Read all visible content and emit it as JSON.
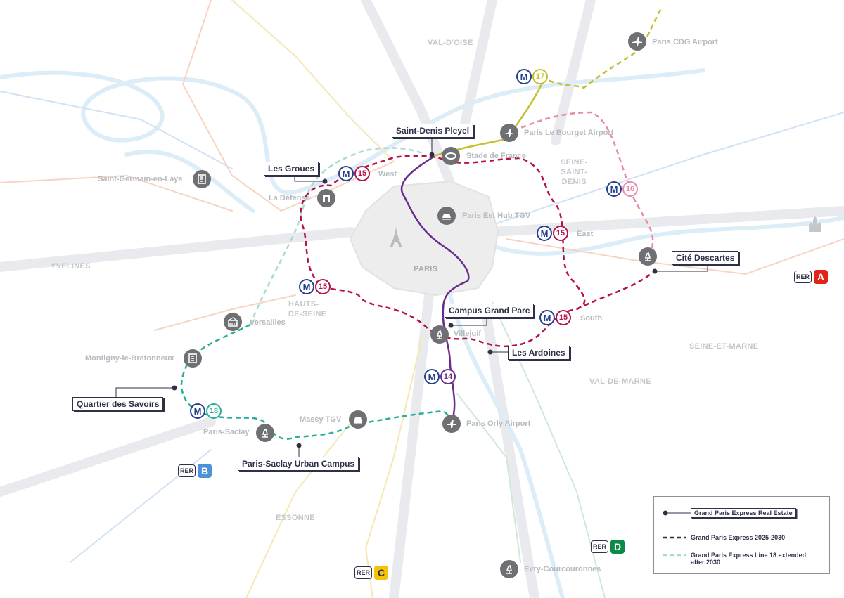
{
  "regions": {
    "val_doise": "VAL-D'OISE",
    "seine_saint_denis": "SEINE-\nSAINT-\nDENIS",
    "yvelines": "YVELINES",
    "hauts_de_seine": "HAUTS-\nDE-SEINE",
    "seine_et_marne": "SEINE-ET-MARNE",
    "val_de_marne": "VAL-DE-MARNE",
    "essonne": "ESSONNE",
    "paris": "PARIS"
  },
  "places": {
    "paris_cdg": "Paris CDG Airport",
    "le_bourget": "Paris Le Bourget Airport",
    "stade_de_france": "Stade de France",
    "west": "West",
    "east": "East",
    "south": "South",
    "la_defense": "La Défense",
    "saint_germain": "Saint-Germain-en-Laye",
    "paris_est_hub": "Paris Est Hub TGV",
    "versailles": "Versailles",
    "montigny": "Montigny-le-Bretonneux",
    "villejuif": "Villejuif",
    "massy_tgv": "Massy TGV",
    "paris_saclay": "Paris-Saclay",
    "paris_orly": "Paris Orly Airport",
    "evry": "Evry-Courcouronnes"
  },
  "sites": {
    "saint_denis_pleyel": "Saint-Denis Pleyel",
    "les_groues": "Les Groues",
    "cite_descartes": "Cité Descartes",
    "campus_grand_parc": "Campus Grand Parc",
    "les_ardoines": "Les Ardoines",
    "quartier_des_savoirs": "Quartier des Savoirs",
    "paris_saclay_urban_campus": "Paris-Saclay Urban Campus"
  },
  "metro": {
    "m_letter": "M",
    "line17": "17",
    "line15": "15",
    "line16": "16",
    "line14": "14",
    "line18": "18"
  },
  "rer": {
    "tag": "RER",
    "a": "A",
    "b": "B",
    "c": "C",
    "d": "D"
  },
  "legend": {
    "real_estate": "Grand Paris Express Real Estate",
    "gpe_2025_2030": "Grand Paris Express 2025-2030",
    "line18_extended": "Grand Paris Express Line 18 extended after 2030"
  },
  "colors": {
    "line15": "#b5124a",
    "line14": "#6b2a8e",
    "line16": "#e88aa8",
    "line17": "#c5bf2a",
    "line18": "#2aae98",
    "line18_ext": "#a8dcd0",
    "metro_blue": "#25408f",
    "rer_a": "#e2231a",
    "rer_b": "#4b92d6",
    "rer_c": "#f4c20d",
    "rer_d": "#0d8a45",
    "site_dark": "#2d3047",
    "poi_grey": "#6f7074"
  },
  "icons": [
    "airplane-icon",
    "stadium-icon",
    "building-icon",
    "train-icon",
    "science-icon",
    "palace-icon",
    "arch-icon",
    "castle-icon",
    "eiffel-tower-icon"
  ]
}
